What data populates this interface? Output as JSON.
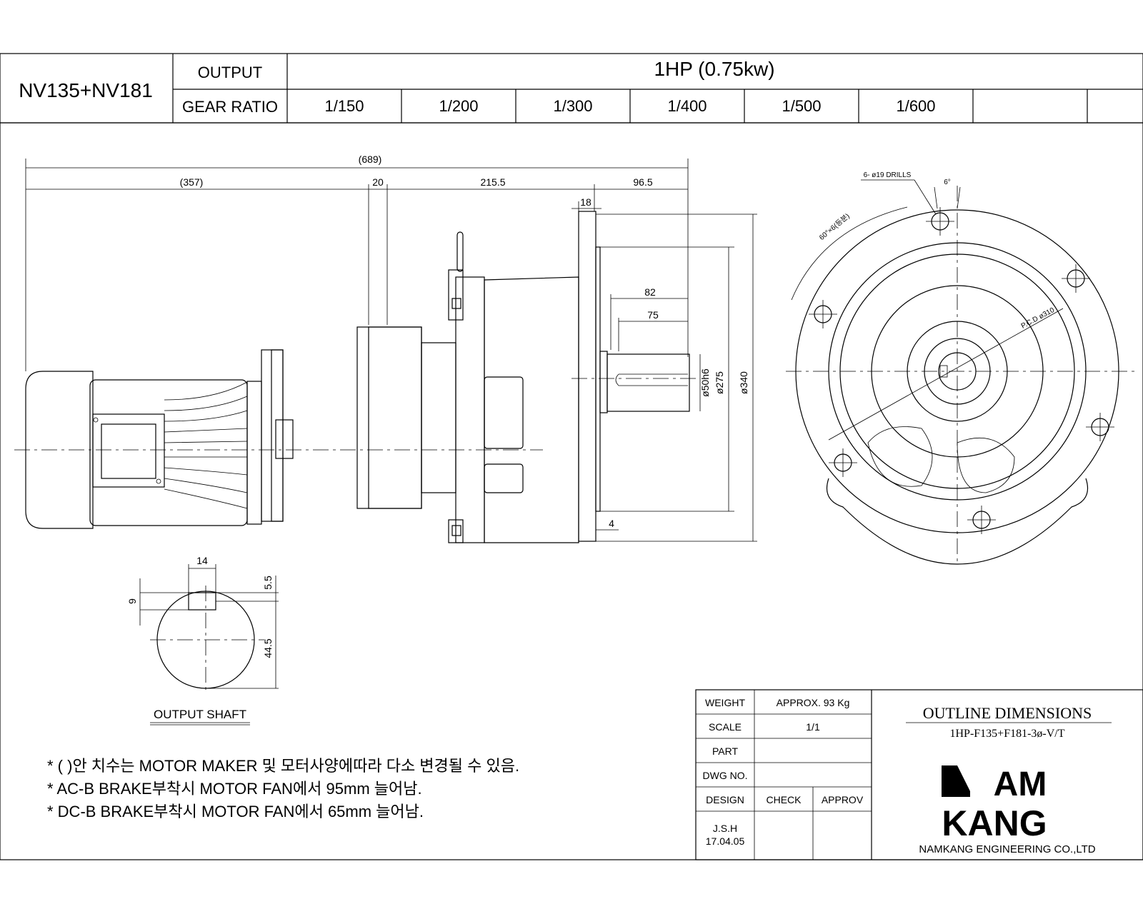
{
  "header": {
    "model": "NV135+NV181",
    "output_label": "OUTPUT",
    "output_value": "1HP (0.75kw)",
    "gear_ratio_label": "GEAR RATIO",
    "gear_ratios": [
      "1/150",
      "1/200",
      "1/300",
      "1/400",
      "1/500",
      "1/600",
      "",
      ""
    ]
  },
  "dimensions": {
    "overall": "(689)",
    "motor": "(357)",
    "d20": "20",
    "d215": "215.5",
    "d96": "96.5",
    "d18": "18",
    "d82": "82",
    "d75": "75",
    "d4": "4",
    "shaft_dia": "ø50h6",
    "d275": "ø275",
    "d340": "ø340",
    "drills": "6- ø19 DRILLS",
    "angle6": "6°",
    "angle60": "60°×6(등분)",
    "pcd": "P.C.D ø310"
  },
  "output_shaft": {
    "title": "OUTPUT SHAFT",
    "key_width": "14",
    "key_depth": "5.5",
    "key_height": "9",
    "shaft_half": "44.5"
  },
  "notes": [
    "* ( )안 치수는 MOTOR MAKER 및 모터사양에따라 다소 변경될 수 있음.",
    "* AC-B BRAKE부착시 MOTOR FAN에서 95mm 늘어남.",
    "* DC-B BRAKE부착시 MOTOR FAN에서 65mm 늘어남."
  ],
  "title_block": {
    "weight_label": "WEIGHT",
    "weight_value": "APPROX. 93 Kg",
    "scale_label": "SCALE",
    "scale_value": "1/1",
    "part_label": "PART",
    "dwg_label": "DWG NO.",
    "design_label": "DESIGN",
    "check_label": "CHECK",
    "approv_label": "APPROV",
    "designer": "J.S.H",
    "date": "17.04.05",
    "drawing_title": "OUTLINE DIMENSIONS",
    "drawing_code": "1HP-F135+F181-3ø-V/T",
    "logo_top": "AM",
    "logo_bottom": "KANG",
    "company": "NAMKANG ENGINEERING CO.,LTD"
  }
}
